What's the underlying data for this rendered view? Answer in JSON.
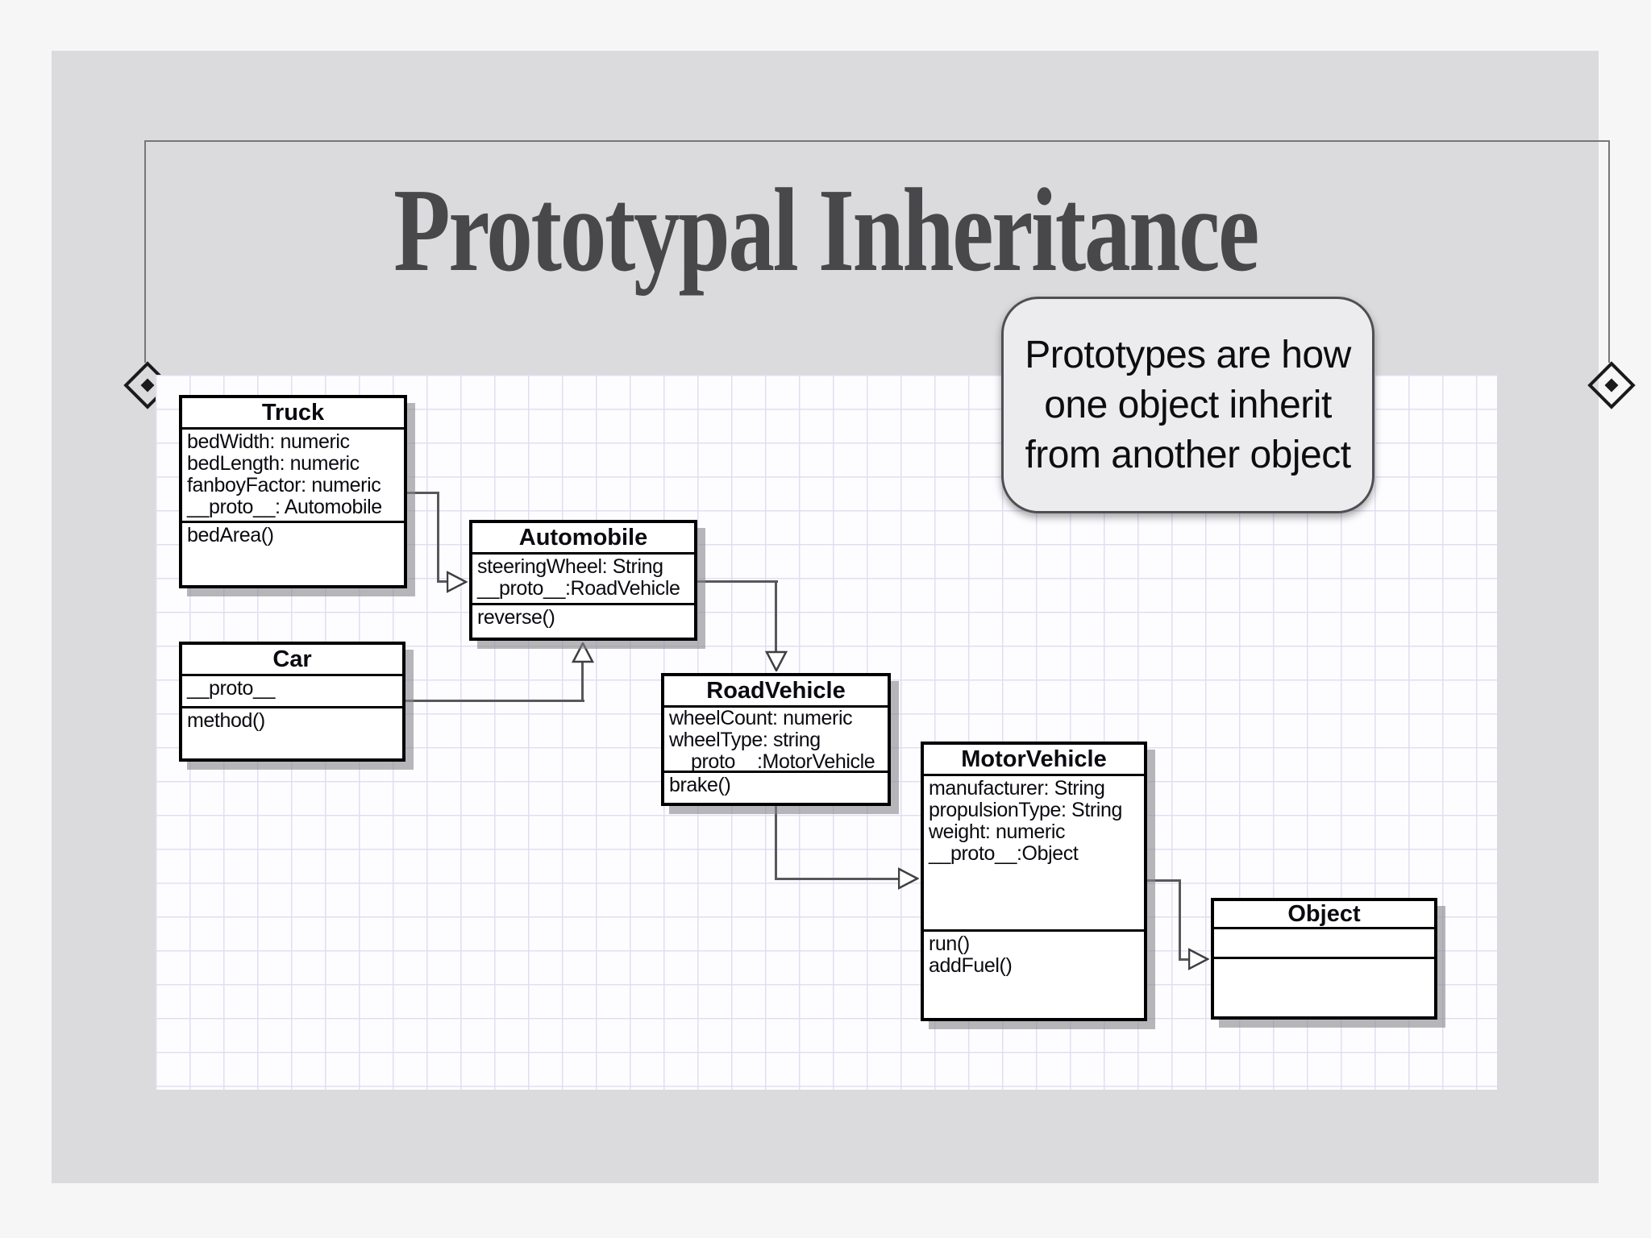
{
  "slide": {
    "title": "Prototypal Inheritance"
  },
  "callout": {
    "lines": [
      "Prototypes are how",
      "one object inherit",
      "from another object"
    ]
  },
  "diagram": {
    "classes": [
      {
        "name": "Truck",
        "attributes": [
          "bedWidth: numeric",
          "bedLength: numeric",
          "fanboyFactor: numeric",
          "__proto__: Automobile"
        ],
        "methods": [
          "bedArea()"
        ]
      },
      {
        "name": "Automobile",
        "attributes": [
          "steeringWheel: String",
          "__proto__:RoadVehicle"
        ],
        "methods": [
          "reverse()"
        ]
      },
      {
        "name": "Car",
        "attributes": [
          "__proto__"
        ],
        "methods": [
          "method()"
        ]
      },
      {
        "name": "RoadVehicle",
        "attributes": [
          "wheelCount: numeric",
          "wheelType: string",
          "__proto__:MotorVehicle"
        ],
        "methods": [
          "brake()"
        ]
      },
      {
        "name": "MotorVehicle",
        "attributes": [
          "manufacturer: String",
          "propulsionType: String",
          "weight: numeric",
          "__proto__:Object"
        ],
        "methods": [
          "run()",
          "addFuel()"
        ]
      },
      {
        "name": "Object",
        "attributes": [],
        "methods": []
      }
    ],
    "relationships": [
      {
        "from": "Truck",
        "to": "Automobile",
        "type": "prototype-generalization"
      },
      {
        "from": "Car",
        "to": "Automobile",
        "type": "prototype-generalization"
      },
      {
        "from": "Automobile",
        "to": "RoadVehicle",
        "type": "prototype-generalization"
      },
      {
        "from": "RoadVehicle",
        "to": "MotorVehicle",
        "type": "prototype-generalization"
      },
      {
        "from": "MotorVehicle",
        "to": "Object",
        "type": "prototype-generalization"
      }
    ]
  },
  "colors": {
    "outer_background": "#f6f6f7",
    "slide_background": "#dbdbde",
    "panel_background": "#fdfdff",
    "grid_line": "#dfdff2",
    "box_border": "#000000",
    "connector": "#58585a",
    "title_text": "#48484a",
    "callout_background": "#ececee",
    "callout_border": "#4f4f52"
  }
}
